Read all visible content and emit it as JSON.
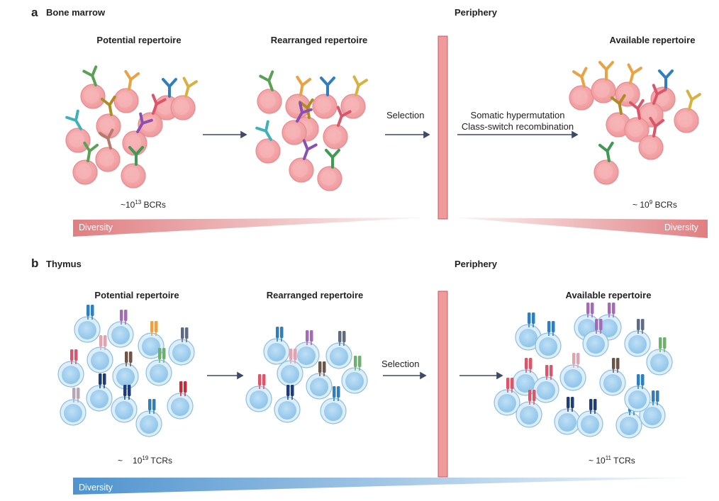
{
  "panel_a": {
    "letter": "a",
    "title": "Bone marrow",
    "periphery": "Periphery",
    "potential": "Potential repertoire",
    "rearranged": "Rearranged repertoire",
    "available": "Available repertoire",
    "selection": "Selection",
    "process_line1": "Somatic hypermutation",
    "process_line2": "Class-switch recombination",
    "count_left_prefix": "~10",
    "count_left_exp": "13",
    "count_left_suffix": " BCRs",
    "count_right_prefix": "~ 10",
    "count_right_exp": "9",
    "count_right_suffix": " BCRs",
    "diversity_left": "Diversity",
    "diversity_right": "Diversity",
    "cell_color": "#f4a3a6",
    "bar_color": "#e07f82"
  },
  "panel_b": {
    "letter": "b",
    "title": "Thymus",
    "periphery": "Periphery",
    "potential": "Potential repertoire",
    "rearranged": "Rearranged repertoire",
    "available": "Available repertoire",
    "selection": "Selection",
    "count_left_prefix": "~",
    "count_left_mid": "10",
    "count_left_exp": "19",
    "count_left_suffix": " TCRs",
    "count_right_prefix": "~ 10",
    "count_right_exp": "11",
    "count_right_suffix": " TCRs",
    "diversity": "Diversity",
    "cell_color": "#a9d3ef",
    "bar_color": "#5b9bd2"
  }
}
